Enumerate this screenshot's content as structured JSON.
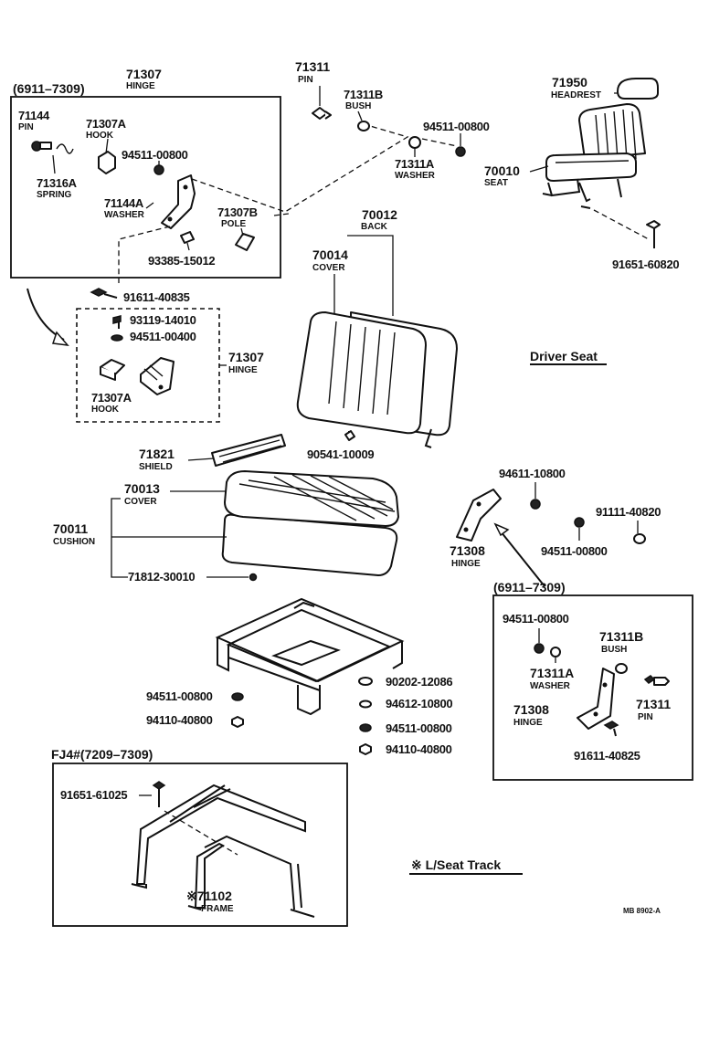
{
  "title": "Driver Seat",
  "note": "※ L/Seat Track",
  "diagram_code": "MB 8902-A",
  "boxes": {
    "hinge_box": "(6911–7309)",
    "right_box": "(6911–7309)",
    "frame_box": "FJ4#(7209–7309)"
  },
  "labels": {
    "p71307_top": {
      "num": "71307",
      "name": "HINGE"
    },
    "p71144": {
      "num": "71144",
      "name": "PIN"
    },
    "p71307a_top": {
      "num": "71307A",
      "name": "HOOK"
    },
    "p94511_box": {
      "num": "94511-00800"
    },
    "p71316a": {
      "num": "71316A",
      "name": "SPRING"
    },
    "p71144a": {
      "num": "71144A",
      "name": "WASHER"
    },
    "p71307b": {
      "num": "71307B",
      "name": "POLE"
    },
    "p93385": {
      "num": "93385-15012"
    },
    "p71311_top": {
      "num": "71311",
      "name": "PIN"
    },
    "p71311b_top": {
      "num": "71311B",
      "name": "BUSH"
    },
    "p94511_top": {
      "num": "94511-00800"
    },
    "p71311a_top": {
      "num": "71311A",
      "name": "WASHER"
    },
    "p71950": {
      "num": "71950",
      "name": "HEADREST"
    },
    "p70010": {
      "num": "70010",
      "name": "SEAT"
    },
    "p91651_60820": {
      "num": "91651-60820"
    },
    "p70012": {
      "num": "70012",
      "name": "BACK"
    },
    "p70014": {
      "num": "70014",
      "name": "COVER"
    },
    "p91611_40835": {
      "num": "91611-40835"
    },
    "p93119": {
      "num": "93119-14010"
    },
    "p94511_00400": {
      "num": "94511-00400"
    },
    "p71307_mid": {
      "num": "71307",
      "name": "HINGE"
    },
    "p71307a_mid": {
      "num": "71307A",
      "name": "HOOK"
    },
    "p90541": {
      "num": "90541-10009"
    },
    "p71821": {
      "num": "71821",
      "name": "SHIELD"
    },
    "p70013": {
      "num": "70013",
      "name": "COVER"
    },
    "p70011": {
      "num": "70011",
      "name": "CUSHION"
    },
    "p71812": {
      "num": "71812-30010"
    },
    "p94611": {
      "num": "94611-10800"
    },
    "p91111": {
      "num": "91111-40820"
    },
    "p71308_mid": {
      "num": "71308",
      "name": "HINGE"
    },
    "p94511_mid": {
      "num": "94511-00800"
    },
    "p94511_rb": {
      "num": "94511-00800"
    },
    "p71311b_rb": {
      "num": "71311B",
      "name": "BUSH"
    },
    "p71311a_rb": {
      "num": "71311A",
      "name": "WASHER"
    },
    "p71308_rb": {
      "num": "71308",
      "name": "HINGE"
    },
    "p71311_rb": {
      "num": "71311",
      "name": "PIN"
    },
    "p91611_40825": {
      "num": "91611-40825"
    },
    "p94511_track1": {
      "num": "94511-00800"
    },
    "p90202": {
      "num": "90202-12086"
    },
    "p94612": {
      "num": "94612-10800"
    },
    "p94110_track1": {
      "num": "94110-40800"
    },
    "p94511_track2": {
      "num": "94511-00800"
    },
    "p94110_track2": {
      "num": "94110-40800"
    },
    "p91651_61025": {
      "num": "91651-61025"
    },
    "p71102": {
      "num": "※71102",
      "name": "FRAME"
    }
  }
}
